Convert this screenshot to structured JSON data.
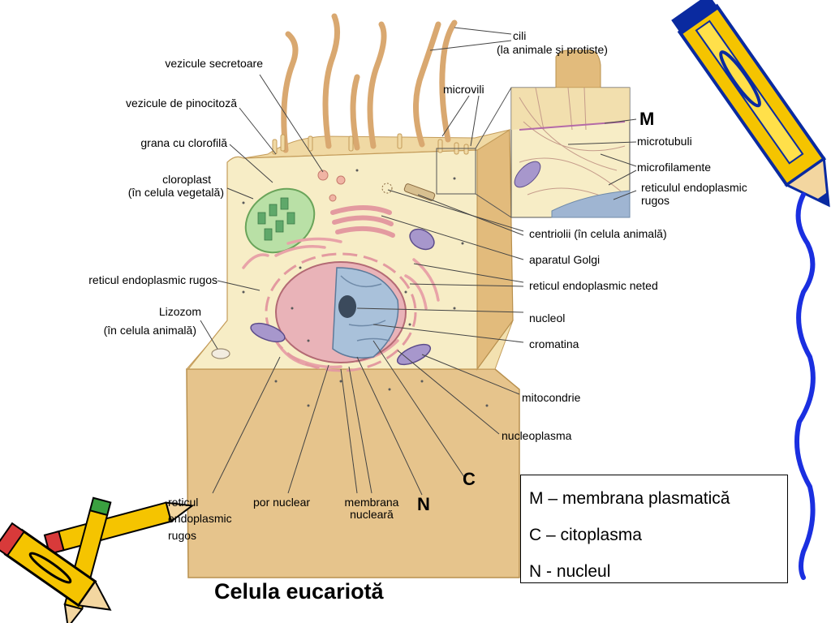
{
  "title": "Celula eucariotă",
  "letters": {
    "m": "M",
    "c": "C",
    "n": "N"
  },
  "labels": {
    "cili": "cili",
    "cili_note": "(la animale şi protiste)",
    "microvili": "microvili",
    "vezicule_secretoare": "vezicule secretoare",
    "vezicule_pinocitoza": "vezicule de pinocitoză",
    "grana": "grana cu clorofilă",
    "cloroplast": "cloroplast",
    "cloroplast_note": "(în celula vegetală)",
    "reticul_rugos_left": "reticul endoplasmic rugos",
    "lizozom": "Lizozom",
    "lizozom_note": "(în celula animală)",
    "microtubuli": "microtubuli",
    "microfilamente": "microfilamente",
    "ret_rugos_right_1": "reticulul endoplasmic",
    "ret_rugos_right_2": "rugos",
    "centriolii": "centriolii (în celula animală)",
    "golgi": "aparatul Golgi",
    "reticul_neted": "reticul endoplasmic neted",
    "nucleol": "nucleol",
    "cromatina": "cromatina",
    "mitocondrie": "mitocondrie",
    "nucleoplasma": "nucleoplasma",
    "reticul_bottom_1": "reticul",
    "reticul_bottom_2": "endoplasmic",
    "reticul_bottom_3": "rugos",
    "por_nuclear": "por nuclear",
    "membrana_1": "membrana",
    "membrana_2": "nucleară"
  },
  "legend": [
    "M – membrana plasmatică",
    "C – citoplasma",
    "N - nucleul"
  ],
  "colors": {
    "cell_body": "#f5e6b8",
    "cell_side": "#e3bf82",
    "nucleus_pink": "#e8a0a8",
    "nucleus_blue": "#9ab4d0",
    "chloroplast": "#9cd08a",
    "mito": "#9a8bc0",
    "pencil_yellow": "#f5c400",
    "pencil_blue": "#0033cc",
    "squiggle": "#1a2fe0"
  },
  "icons": [
    "pencil-icon",
    "pencil-icon",
    "pencil-icon",
    "pencil-icon"
  ]
}
